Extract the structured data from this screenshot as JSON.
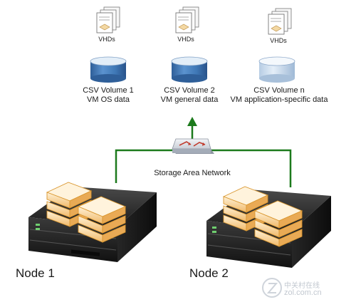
{
  "volumes": [
    {
      "vhd_label": "VHDs",
      "name": "CSV Volume 1",
      "desc": "VM OS data"
    },
    {
      "vhd_label": "VHDs",
      "name": "CSV Volume 2",
      "desc": "VM general data"
    },
    {
      "vhd_label": "VHDs",
      "name": "CSV Volume n",
      "desc": "VM application-specific data"
    }
  ],
  "network": {
    "label": "Storage Area Network"
  },
  "nodes": [
    {
      "label": "Node 1"
    },
    {
      "label": "Node 2"
    }
  ],
  "watermark": {
    "brand": "中关村在线",
    "site": "zol.com.cn"
  },
  "colors": {
    "link_green": "#1c7a1c",
    "volume_top": "#e3eef8",
    "volume_body": "#3f78b6",
    "server_dark": "#2b2b2b",
    "disk_orange": "#f2c47a"
  }
}
